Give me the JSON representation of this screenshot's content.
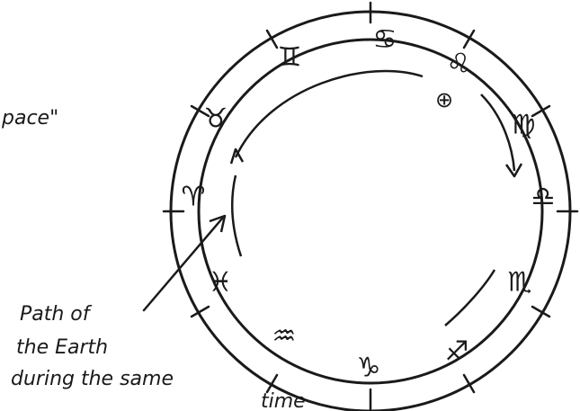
{
  "fragment_text": "pace\"",
  "caption_lines": [
    "Path of",
    "the Earth",
    "during the same",
    "time"
  ],
  "zodiac_signs": [
    {
      "name": "gemini",
      "glyph": "♊"
    },
    {
      "name": "cancer",
      "glyph": "♋"
    },
    {
      "name": "leo",
      "glyph": "♌"
    },
    {
      "name": "virgo",
      "glyph": "♍"
    },
    {
      "name": "libra",
      "glyph": "♎"
    },
    {
      "name": "scorpio",
      "glyph": "♏"
    },
    {
      "name": "sagittarius",
      "glyph": "♐"
    },
    {
      "name": "capricorn",
      "glyph": "♑"
    },
    {
      "name": "aquarius",
      "glyph": "♒"
    },
    {
      "name": "pisces",
      "glyph": "♓"
    },
    {
      "name": "aries",
      "glyph": "♈"
    },
    {
      "name": "taurus",
      "glyph": "♉"
    }
  ],
  "earth_symbol": "⊕",
  "colors": {
    "ink": "#1a1a1a",
    "paper": "#ffffff"
  }
}
